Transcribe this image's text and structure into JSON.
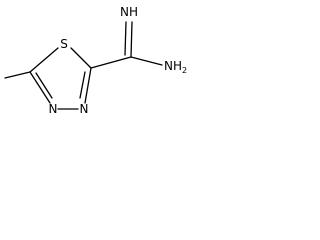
{
  "structure": {
    "atoms": {
      "ring_sulfur": "S",
      "ring_nitrogen_left": "N",
      "ring_nitrogen_right": "N",
      "imine_group": "NH",
      "amine_group": "NH",
      "amine_subscript": "2"
    }
  }
}
